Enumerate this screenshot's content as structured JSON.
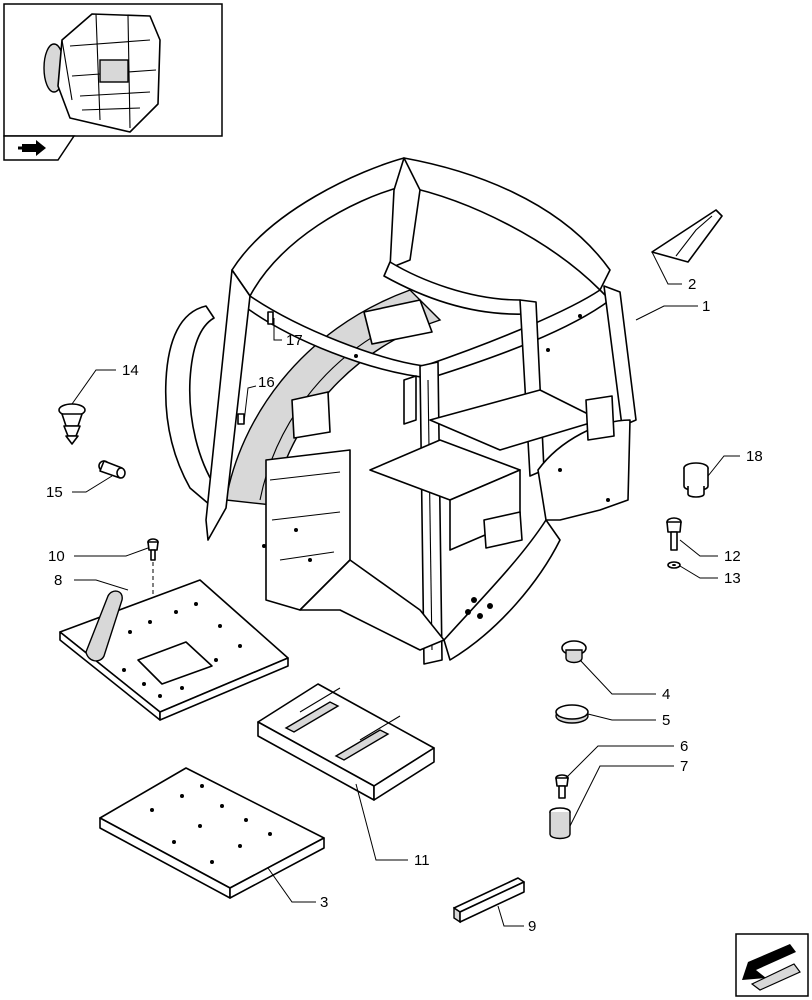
{
  "diagram": {
    "callouts": [
      {
        "id": "1",
        "label": "1"
      },
      {
        "id": "2",
        "label": "2"
      },
      {
        "id": "3",
        "label": "3"
      },
      {
        "id": "4",
        "label": "4"
      },
      {
        "id": "5",
        "label": "5"
      },
      {
        "id": "6",
        "label": "6"
      },
      {
        "id": "7",
        "label": "7"
      },
      {
        "id": "8",
        "label": "8"
      },
      {
        "id": "9",
        "label": "9"
      },
      {
        "id": "10",
        "label": "10"
      },
      {
        "id": "11",
        "label": "11"
      },
      {
        "id": "12",
        "label": "12"
      },
      {
        "id": "13",
        "label": "13"
      },
      {
        "id": "14",
        "label": "14"
      },
      {
        "id": "15",
        "label": "15"
      },
      {
        "id": "16",
        "label": "16"
      },
      {
        "id": "17",
        "label": "17"
      },
      {
        "id": "18",
        "label": "18"
      }
    ],
    "icons": {
      "thumbnail": "cab-frame-thumbnail-icon",
      "reference": "reference-arrow-icon",
      "next_page": "next-page-arrow-icon"
    }
  }
}
